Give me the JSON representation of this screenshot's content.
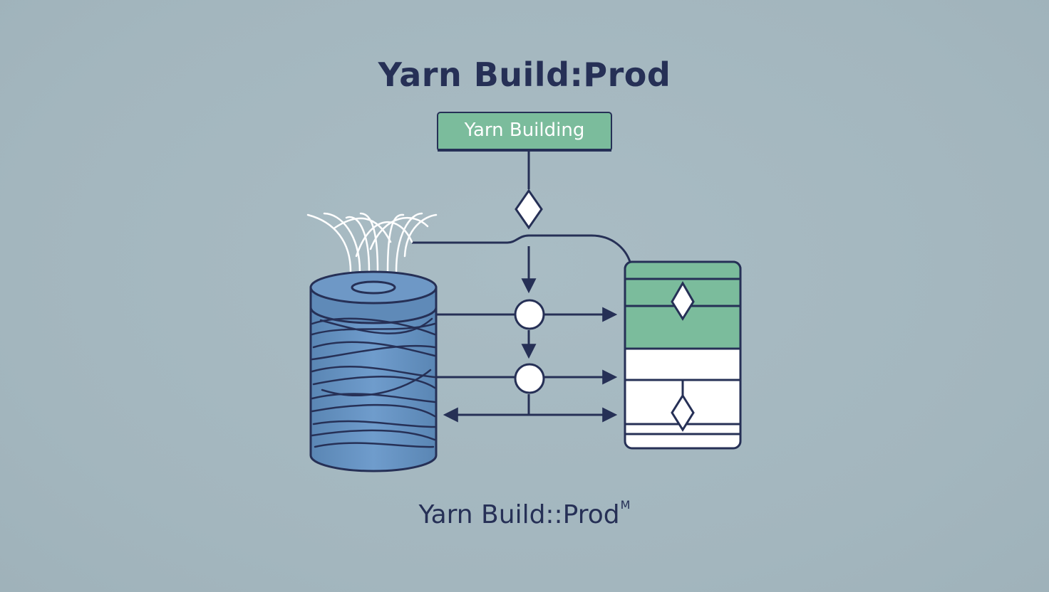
{
  "title": "Yarn Build:Prod",
  "stage_label": "Yarn Building",
  "footer": {
    "text": "Yarn Build::Prod",
    "mark": "M"
  },
  "colors": {
    "background": "#a6b9c1",
    "ink": "#263056",
    "green": "#7bbc9c",
    "spool_blue": "#6a93c0",
    "white": "#ffffff"
  },
  "icons": {
    "source": "yarn-spool-icon",
    "target": "stacked-table-icon",
    "fibers": "yarn-fibers-icon"
  }
}
